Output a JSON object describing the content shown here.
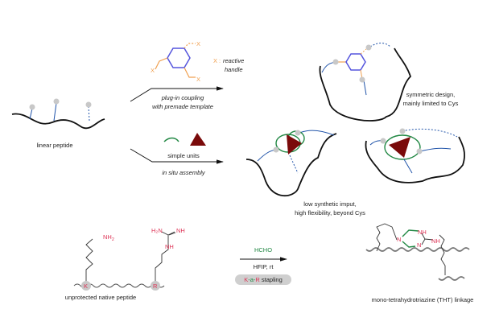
{
  "colors": {
    "peptide": "#111111",
    "linker": "#2255aa",
    "template": "#5555dd",
    "handle": "#f0a050",
    "green": "#228844",
    "triangle": "#7a0a0a",
    "red": "#dd3355",
    "node": "#c8c8c8"
  },
  "linear_peptide": {
    "label": "linear peptide"
  },
  "top_route": {
    "handle_symbol": "X",
    "legend_symbol": "X",
    "legend_sep": ":",
    "legend_line1": "reactive",
    "legend_line2": "handle",
    "arrow_line1": "plug-in coupling",
    "arrow_line2": "with premade template",
    "result_line1": "symmetric design,",
    "result_line2": "mainly limited to Cys"
  },
  "bottom_route": {
    "units_label": "simple units",
    "arrow_label": "in situ assembly",
    "result_line1": "low synthetic imput,",
    "result_line2": "high flexibility, beyond Cys"
  },
  "reaction": {
    "lys_group": "NH",
    "lys_sub": "2",
    "arg_h2n": "H₂N",
    "arg_nh_top": "NH",
    "arg_nh": "NH",
    "lys_letter": "K",
    "arg_letter": "R",
    "substrate_label": "unprotected native peptide",
    "reagent": "HCHO",
    "conditions": "HFIP, rt",
    "stapling_k": "K",
    "stapling_a": "-a-",
    "stapling_r": "R",
    "stapling_word": " stapling",
    "product_n1": "N",
    "product_n2": "N",
    "product_nh1": "NH",
    "product_nh2": "NH",
    "product_label": "mono-tetrahydrotriazine (THT) linkage"
  }
}
